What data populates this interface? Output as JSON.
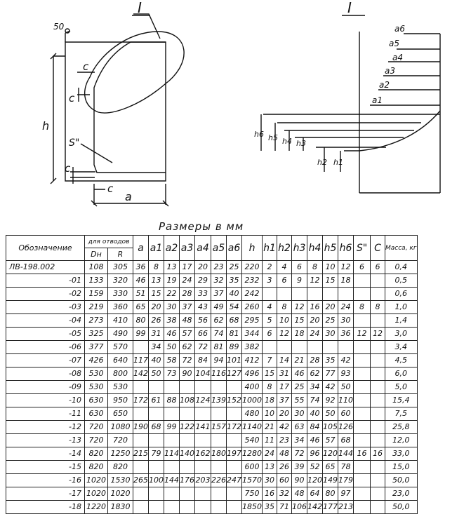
{
  "drawing": {
    "left_view": {
      "title": "I",
      "label_50": "50",
      "label_c_top": "c",
      "label_c_side": "c",
      "label_h": "h",
      "label_s": "S\"",
      "label_c_bottom": "c",
      "label_c_bottom2": "c",
      "label_a": "a"
    },
    "right_view": {
      "title": "I",
      "a6": "a6",
      "a5": "a5",
      "a4": "a4",
      "a3": "a3",
      "a2": "a2",
      "a1": "a1",
      "h6": "h6",
      "h5": "h5",
      "h4": "h4",
      "h3": "h3",
      "h2": "h2",
      "h1": "h1"
    }
  },
  "caption": "Размеры в мм",
  "table": {
    "headers": {
      "designation": "Обозначение",
      "for_bends": "для отводов",
      "dn": "Dн",
      "r": "R",
      "a": "a",
      "a1": "a1",
      "a2": "a2",
      "a3": "a3",
      "a4": "a4",
      "a5": "a5",
      "a6": "a6",
      "h": "h",
      "h1": "h1",
      "h2": "h2",
      "h3": "h3",
      "h4": "h4",
      "h5": "h5",
      "h6": "h6",
      "s": "S\"",
      "c": "C",
      "mass": "Масса, кг"
    },
    "rows": [
      [
        "ЛВ-198.002",
        "108",
        "305",
        "36",
        "8",
        "13",
        "17",
        "20",
        "23",
        "25",
        "220",
        "2",
        "4",
        "6",
        "8",
        "10",
        "12",
        "6",
        "6",
        "0,4"
      ],
      [
        "-01",
        "133",
        "320",
        "46",
        "13",
        "19",
        "24",
        "29",
        "32",
        "35",
        "232",
        "3",
        "6",
        "9",
        "12",
        "15",
        "18",
        "",
        "",
        "0,5"
      ],
      [
        "-02",
        "159",
        "330",
        "51",
        "15",
        "22",
        "28",
        "33",
        "37",
        "40",
        "242",
        "",
        "",
        "",
        "",
        "",
        "",
        "",
        "",
        "0,6"
      ],
      [
        "-03",
        "219",
        "360",
        "65",
        "20",
        "30",
        "37",
        "43",
        "49",
        "54",
        "260",
        "4",
        "8",
        "12",
        "16",
        "20",
        "24",
        "8",
        "8",
        "1,0"
      ],
      [
        "-04",
        "273",
        "410",
        "80",
        "26",
        "38",
        "48",
        "56",
        "62",
        "68",
        "295",
        "5",
        "10",
        "15",
        "20",
        "25",
        "30",
        "",
        "",
        "1,4"
      ],
      [
        "-05",
        "325",
        "490",
        "99",
        "31",
        "46",
        "57",
        "66",
        "74",
        "81",
        "344",
        "6",
        "12",
        "18",
        "24",
        "30",
        "36",
        "12",
        "12",
        "3,0"
      ],
      [
        "-06",
        "377",
        "570",
        "",
        "34",
        "50",
        "62",
        "72",
        "81",
        "89",
        "382",
        "",
        "",
        "",
        "",
        "",
        "",
        "",
        "",
        "3,4"
      ],
      [
        "-07",
        "426",
        "640",
        "117",
        "40",
        "58",
        "72",
        "84",
        "94",
        "101",
        "412",
        "7",
        "14",
        "21",
        "28",
        "35",
        "42",
        "",
        "",
        "4,5"
      ],
      [
        "-08",
        "530",
        "800",
        "142",
        "50",
        "73",
        "90",
        "104",
        "116",
        "127",
        "496",
        "15",
        "31",
        "46",
        "62",
        "77",
        "93",
        "",
        "",
        "6,0"
      ],
      [
        "-09",
        "530",
        "530",
        "",
        "",
        "",
        "",
        "",
        "",
        "",
        "400",
        "8",
        "17",
        "25",
        "34",
        "42",
        "50",
        "",
        "",
        "5,0"
      ],
      [
        "-10",
        "630",
        "950",
        "172",
        "61",
        "88",
        "108",
        "124",
        "139",
        "152",
        "1000",
        "18",
        "37",
        "55",
        "74",
        "92",
        "110",
        "",
        "",
        "15,4"
      ],
      [
        "-11",
        "630",
        "650",
        "",
        "",
        "",
        "",
        "",
        "",
        "",
        "480",
        "10",
        "20",
        "30",
        "40",
        "50",
        "60",
        "",
        "",
        "7,5"
      ],
      [
        "-12",
        "720",
        "1080",
        "190",
        "68",
        "99",
        "122",
        "141",
        "157",
        "172",
        "1140",
        "21",
        "42",
        "63",
        "84",
        "105",
        "126",
        "",
        "",
        "25,8"
      ],
      [
        "-13",
        "720",
        "720",
        "",
        "",
        "",
        "",
        "",
        "",
        "",
        "540",
        "11",
        "23",
        "34",
        "46",
        "57",
        "68",
        "",
        "",
        "12,0"
      ],
      [
        "-14",
        "820",
        "1250",
        "215",
        "79",
        "114",
        "140",
        "162",
        "180",
        "197",
        "1280",
        "24",
        "48",
        "72",
        "96",
        "120",
        "144",
        "16",
        "16",
        "33,0"
      ],
      [
        "-15",
        "820",
        "820",
        "",
        "",
        "",
        "",
        "",
        "",
        "",
        "600",
        "13",
        "26",
        "39",
        "52",
        "65",
        "78",
        "",
        "",
        "15,0"
      ],
      [
        "-16",
        "1020",
        "1530",
        "265",
        "100",
        "144",
        "176",
        "203",
        "226",
        "247",
        "1570",
        "30",
        "60",
        "90",
        "120",
        "149",
        "179",
        "",
        "",
        "50,0"
      ],
      [
        "-17",
        "1020",
        "1020",
        "",
        "",
        "",
        "",
        "",
        "",
        "",
        "750",
        "16",
        "32",
        "48",
        "64",
        "80",
        "97",
        "",
        "",
        "23,0"
      ],
      [
        "-18",
        "1220",
        "1830",
        "",
        "",
        "",
        "",
        "",
        "",
        "",
        "1850",
        "35",
        "71",
        "106",
        "142",
        "177",
        "213",
        "",
        "",
        "50,0"
      ]
    ]
  }
}
